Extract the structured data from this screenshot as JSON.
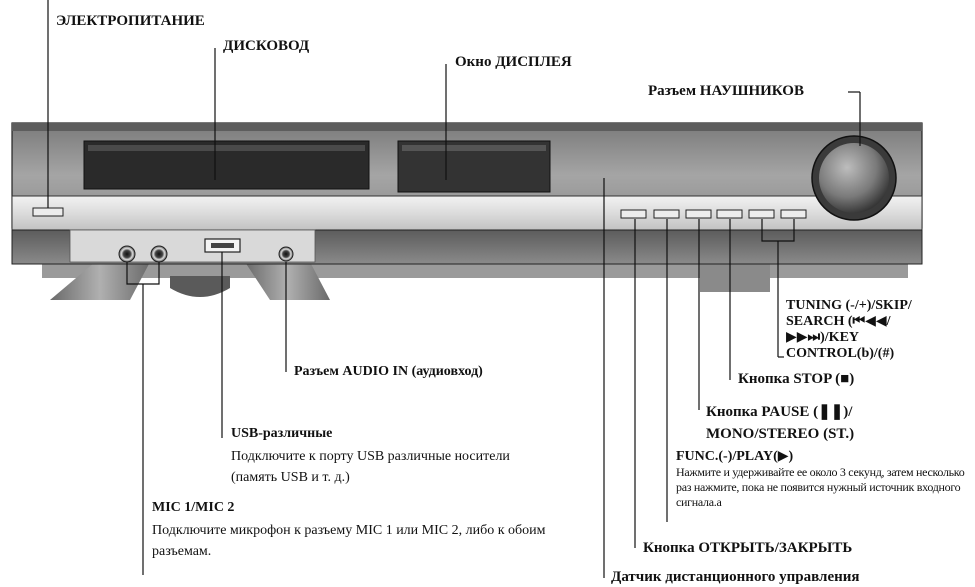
{
  "labels": {
    "power": "ЭЛЕКТРОПИТАНИЕ",
    "disc_drive": "ДИСКОВОД",
    "display_window": "Окно ДИСПЛЕЯ",
    "headphones": "Разъем НАУШНИКОВ",
    "tuning": [
      "TUNING (-/+)/SKIP/",
      "SEARCH (⏮◀◀/",
      "▶▶⏭)/KEY",
      "CONTROL(b)/(#)"
    ],
    "stop": "Кнопка STOP (■)",
    "pause": [
      "Кнопка PAUSE (❚❚)/",
      "MONO/STEREO (ST.)"
    ],
    "func_title": "FUNC.(-)/PLAY(▶)",
    "func_desc": "Нажмите и удерживайте ее около 3 секунд, затем несколько раз нажмите, пока не появится нужный источник входного сигнала.а",
    "open_close": "Кнопка ОТКРЫТЬ/ЗАКРЫТЬ",
    "remote_sensor": "Датчик дистанционного управления",
    "audio_in": "Разъем AUDIO IN (аудиовход)",
    "usb_title": "USB-различные",
    "usb_desc": "Подключите к порту USB различные носители (память USB и т. д.)",
    "mic_title": "MIC 1/MIC 2",
    "mic_desc": "Подключите микрофон к разъему MIC 1 или MIC 2, либо к обоим разъемам."
  }
}
